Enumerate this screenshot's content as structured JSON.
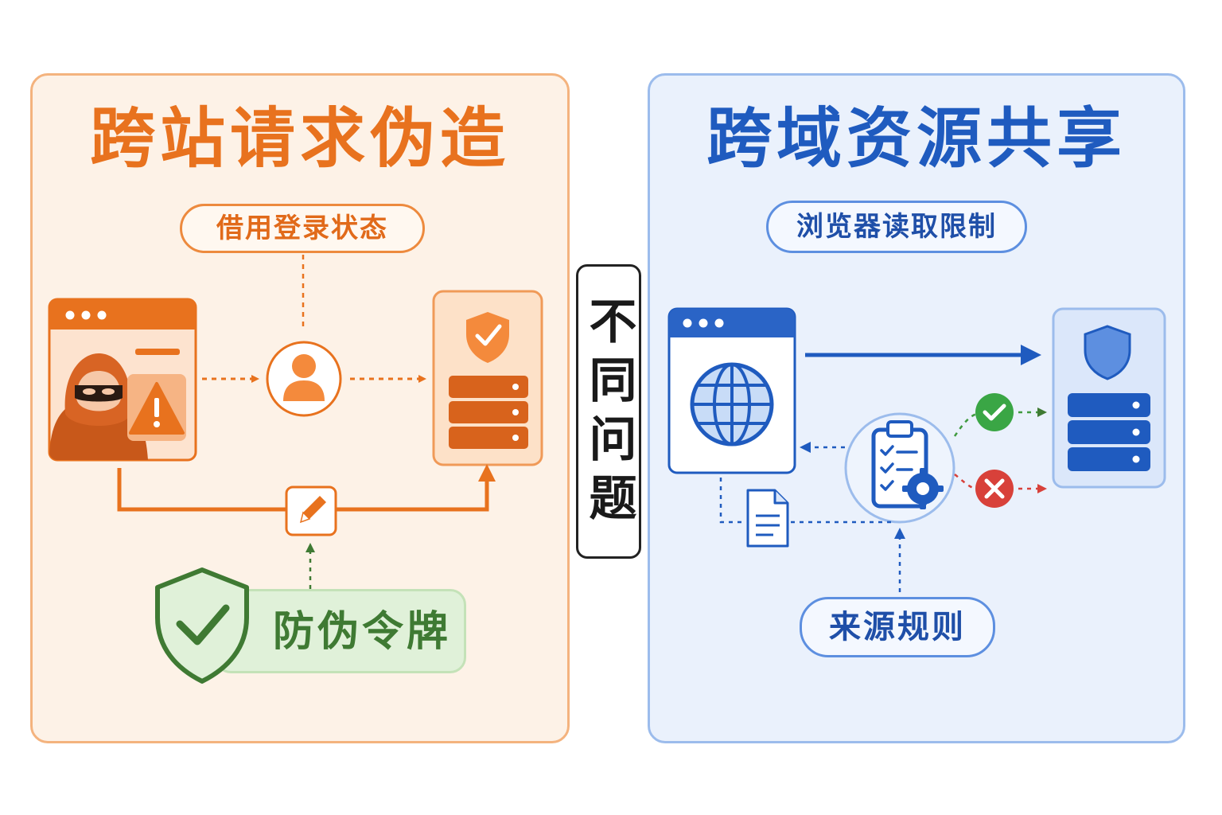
{
  "left": {
    "title": "跨站请求伪造",
    "tag": "借用登录状态",
    "token_label": "防伪令牌",
    "color": "#e8721e"
  },
  "center": {
    "label": "不同问题"
  },
  "right": {
    "title": "跨域资源共享",
    "tag": "浏览器读取限制",
    "rule_label": "来源规则",
    "color": "#1f5bbf"
  },
  "icons": {
    "attacker": "hooded-attacker-icon",
    "warning": "warning-icon",
    "user": "user-icon",
    "shield_check": "shield-check-icon",
    "server": "server-icon",
    "pencil": "pencil-icon",
    "globe": "globe-icon",
    "clipboard_gear": "clipboard-gear-icon",
    "document": "document-icon",
    "allow": "check-circle-icon",
    "deny": "cross-circle-icon"
  }
}
